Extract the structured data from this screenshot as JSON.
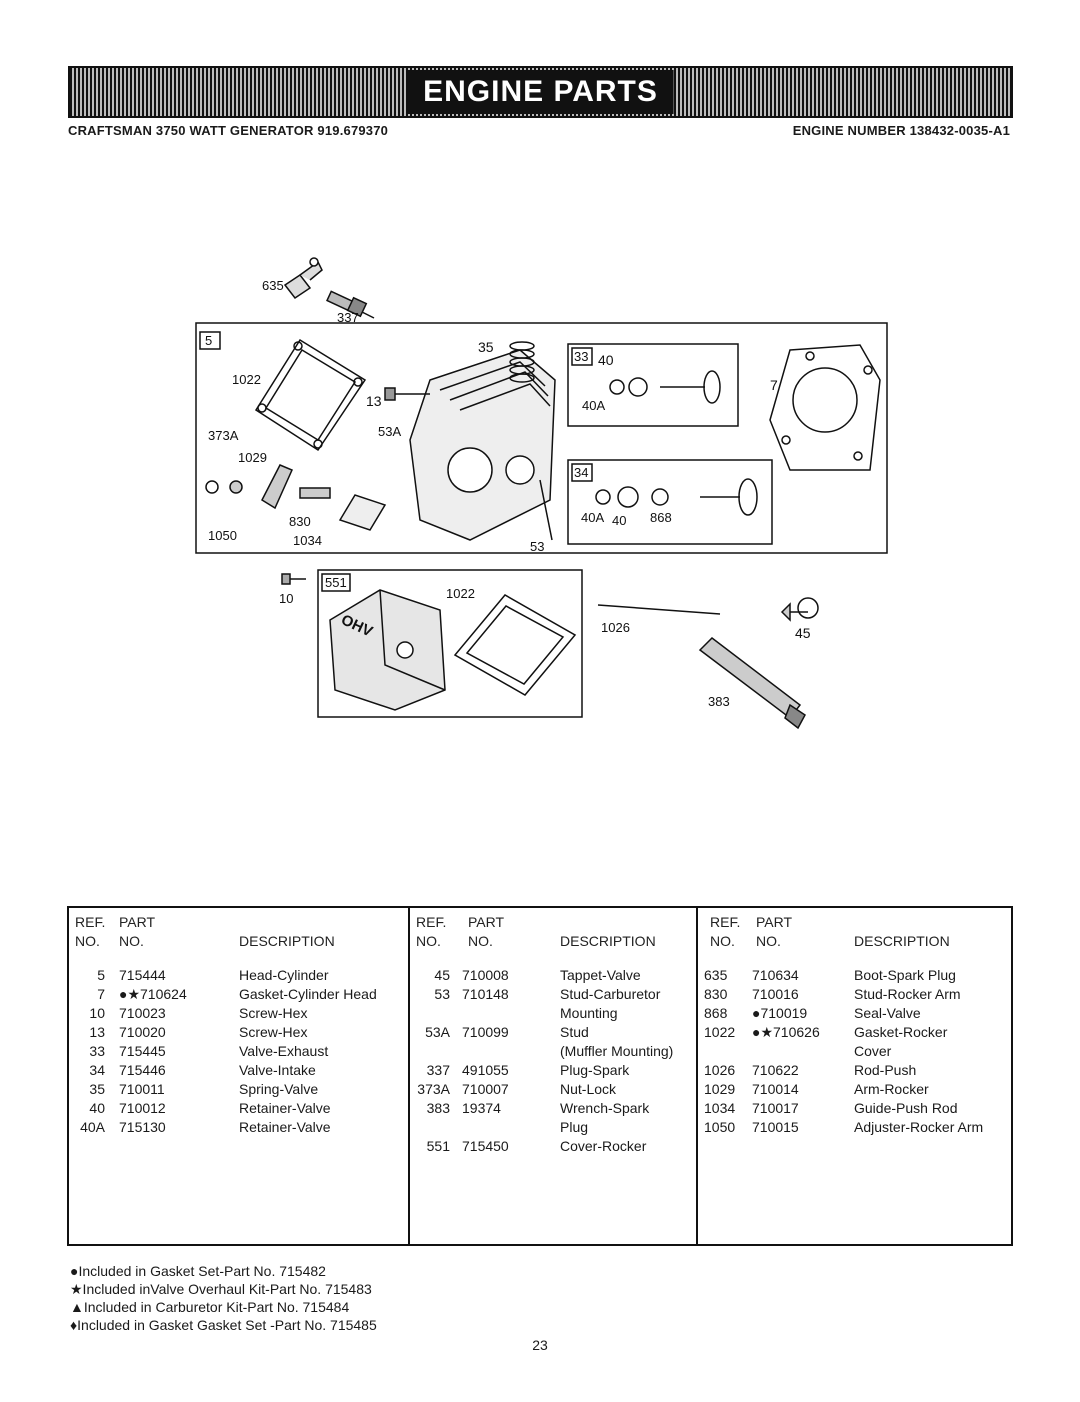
{
  "banner": {
    "title": "ENGINE PARTS"
  },
  "header": {
    "left": "CRAFTSMAN 3750 WATT GENERATOR 919.679370",
    "right": "ENGINE NUMBER 138432-0035-A1"
  },
  "diagram": {
    "labels": {
      "l635": "635",
      "l337": "337",
      "l5": "5",
      "l35": "35",
      "l33": "33",
      "l40a": "40",
      "l40A": "40A",
      "l7": "7",
      "l1022a": "1022",
      "l13": "13",
      "l373A": "373A",
      "l53A": "53A",
      "l1029": "1029",
      "l830": "830",
      "l1050": "1050",
      "l1034": "1034",
      "l53": "53",
      "l34": "34",
      "l40Ab": "40A",
      "l40b": "40",
      "l868": "868",
      "l10": "10",
      "l551": "551",
      "l1022b": "1022",
      "l1026": "1026",
      "l45": "45",
      "l383": "383",
      "ohv": "OHV"
    }
  },
  "table": {
    "headers": {
      "ref": "REF.",
      "no": "NO.",
      "part": "PART",
      "part_no": "NO.",
      "desc": "DESCRIPTION"
    },
    "columns": [
      {
        "rows": [
          {
            "ref": "5",
            "part": "715444",
            "desc": "Head-Cylinder"
          },
          {
            "ref": "7",
            "part": "●★710624",
            "desc": "Gasket-Cylinder Head"
          },
          {
            "ref": "10",
            "part": "710023",
            "desc": "Screw-Hex"
          },
          {
            "ref": "13",
            "part": "710020",
            "desc": "Screw-Hex"
          },
          {
            "ref": "33",
            "part": "715445",
            "desc": "Valve-Exhaust"
          },
          {
            "ref": "34",
            "part": "715446",
            "desc": "Valve-Intake"
          },
          {
            "ref": "35",
            "part": "710011",
            "desc": "Spring-Valve"
          },
          {
            "ref": "40",
            "part": "710012",
            "desc": "Retainer-Valve"
          },
          {
            "ref": "40A",
            "part": "715130",
            "desc": "Retainer-Valve"
          }
        ]
      },
      {
        "rows": [
          {
            "ref": "45",
            "part": "710008",
            "desc": "Tappet-Valve"
          },
          {
            "ref": "53",
            "part": "710148",
            "desc": "Stud-Carburetor"
          },
          {
            "ref": "",
            "part": "",
            "desc": "Mounting"
          },
          {
            "ref": "53A",
            "part": "710099",
            "desc": "Stud"
          },
          {
            "ref": "",
            "part": "",
            "desc": "(Muffler Mounting)"
          },
          {
            "ref": "337",
            "part": "491055",
            "desc": "Plug-Spark"
          },
          {
            "ref": "373A",
            "part": "710007",
            "desc": "Nut-Lock"
          },
          {
            "ref": "383",
            "part": "19374",
            "desc": "Wrench-Spark"
          },
          {
            "ref": "",
            "part": "",
            "desc": "Plug"
          },
          {
            "ref": "551",
            "part": "715450",
            "desc": "Cover-Rocker"
          }
        ]
      },
      {
        "rows": [
          {
            "ref": "635",
            "part": "710634",
            "desc": "Boot-Spark Plug"
          },
          {
            "ref": "830",
            "part": "710016",
            "desc": "Stud-Rocker Arm"
          },
          {
            "ref": "868",
            "part": "●710019",
            "desc": "Seal-Valve"
          },
          {
            "ref": "1022",
            "part": "●★710626",
            "desc": "Gasket-Rocker"
          },
          {
            "ref": "",
            "part": "",
            "desc": "Cover"
          },
          {
            "ref": "1026",
            "part": "710622",
            "desc": "Rod-Push"
          },
          {
            "ref": "1029",
            "part": "710014",
            "desc": "Arm-Rocker"
          },
          {
            "ref": "1034",
            "part": "710017",
            "desc": "Guide-Push Rod"
          },
          {
            "ref": "1050",
            "part": "710015",
            "desc": "Adjuster-Rocker Arm"
          }
        ]
      }
    ]
  },
  "footnotes": [
    "●Included in Gasket Set-Part No. 715482",
    "★Included inValve Overhaul Kit-Part No. 715483",
    "▲Included in Carburetor Kit-Part No. 715484",
    "♦Included in Gasket Gasket Set -Part No. 715485"
  ],
  "page_number": "23"
}
